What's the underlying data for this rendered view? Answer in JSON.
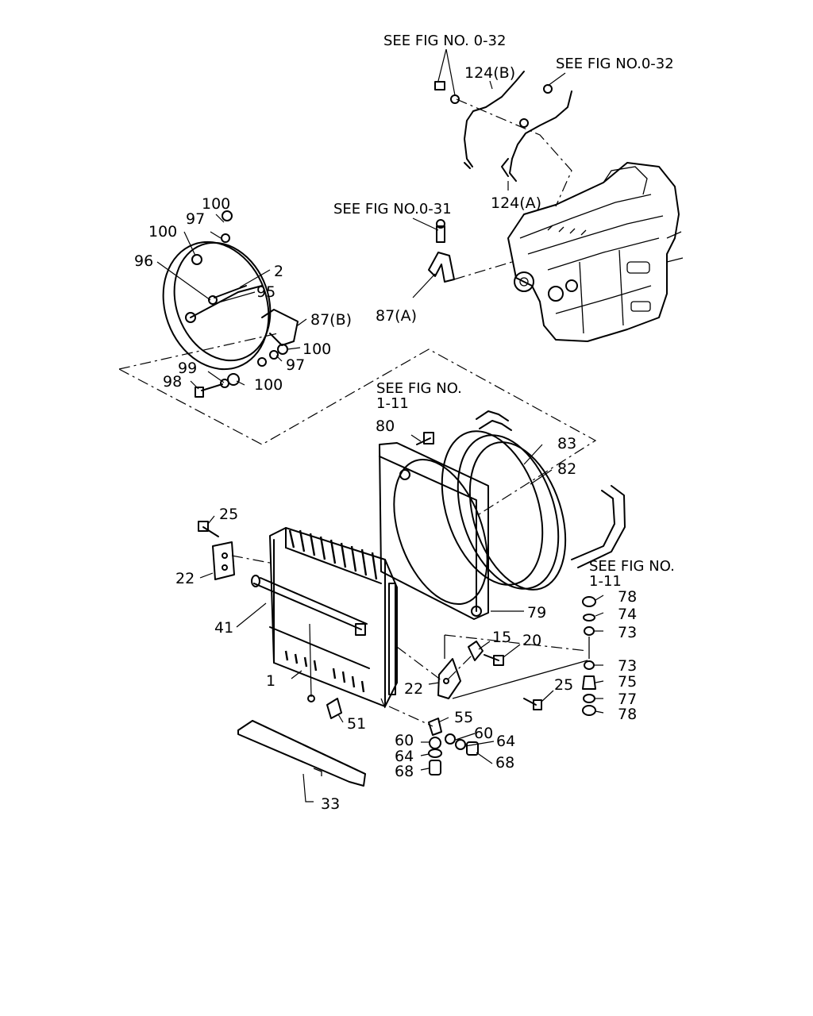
{
  "references": {
    "fig_0_32_left": "SEE FIG NO. 0-32",
    "fig_0_32_right": "SEE FIG NO.0-32",
    "fig_0_31": "SEE FIG NO.0-31",
    "fig_1_11_top_line1": "SEE FIG NO.",
    "fig_1_11_top_line2": "1-11",
    "fig_1_11_right_line1": "SEE FIG NO.",
    "fig_1_11_right_line2": "1-11"
  },
  "callouts": {
    "c124b": "124(B)",
    "c124a": "124(A)",
    "c87a": "87(A)",
    "c87b": "87(B)",
    "c100_top": "100",
    "c97_top": "97",
    "c100_left": "100",
    "c96": "96",
    "c2": "2",
    "c95": "95",
    "c100_mid": "100",
    "c97_mid": "97",
    "c99": "99",
    "c98": "98",
    "c100_bot": "100",
    "c80": "80",
    "c83": "83",
    "c82": "82",
    "c25_top": "25",
    "c22_left": "22",
    "c41": "41",
    "c79": "79",
    "c15": "15",
    "c20": "20",
    "c1": "1",
    "c22_mid": "22",
    "c25_mid": "25",
    "c51": "51",
    "c55": "55",
    "c60_left": "60",
    "c60_right": "60",
    "c64_left": "64",
    "c64_right": "64",
    "c68_left": "68",
    "c68_right": "68",
    "c33": "33",
    "c78_top": "78",
    "c74": "74",
    "c73_top": "73",
    "c73_bot": "73",
    "c75": "75",
    "c77": "77",
    "c78_bot": "78"
  }
}
